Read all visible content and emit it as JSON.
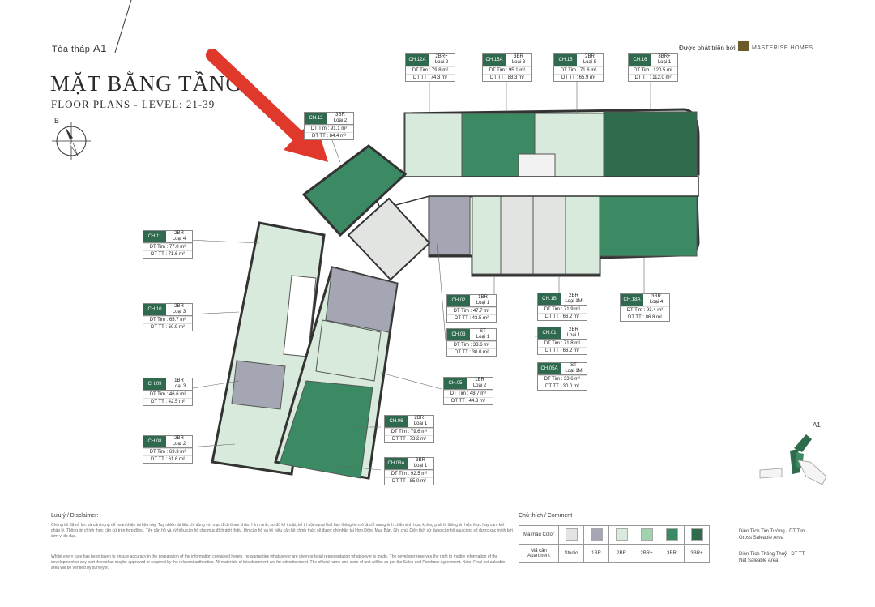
{
  "header": {
    "tower_prefix": "Tòa tháp",
    "tower_code": "A1",
    "title": "MẶT BẰNG TẦNG",
    "subtitle": "FLOOR PLANS - LEVEL: 21-39",
    "compass_label": "B",
    "developer_label": "Được phát triển bởi",
    "developer_name": "MASTERISE HOMES"
  },
  "units": [
    {
      "code": "CH.12A",
      "type": "2BR+",
      "loai": "Loại 2",
      "dt_tim": "DT Tim : 79.8 m²",
      "dt_tt": "DT TT : 74.3 m²"
    },
    {
      "code": "CH.15A",
      "type": "3BR",
      "loai": "Loại 3",
      "dt_tim": "DT Tim : 95.1 m²",
      "dt_tt": "DT TT : 88.3 m²"
    },
    {
      "code": "CH.15",
      "type": "2BR",
      "loai": "Loại 5",
      "dt_tim": "DT Tim : 71.6 m²",
      "dt_tt": "DT TT : 65.9 m²"
    },
    {
      "code": "CH.16",
      "type": "3BR+",
      "loai": "Loại 1",
      "dt_tim": "DT Tim : 120.5 m²",
      "dt_tt": "DT TT : 112.0 m²"
    },
    {
      "code": "CH.12",
      "type": "3BR",
      "loai": "Loại 2",
      "dt_tim": "DT Tim : 91.1 m²",
      "dt_tt": "DT TT : 84.4 m²"
    },
    {
      "code": "CH.11",
      "type": "2BR",
      "loai": "Loại 4",
      "dt_tim": "DT Tim : 77.0 m²",
      "dt_tt": "DT TT : 71.6 m²"
    },
    {
      "code": "CH.10",
      "type": "2BR",
      "loai": "Loại 3",
      "dt_tim": "DT Tim : 65.7 m²",
      "dt_tt": "DT TT : 60.9 m²"
    },
    {
      "code": "CH.09",
      "type": "1BR",
      "loai": "Loại 3",
      "dt_tim": "DT Tim : 46.6 m²",
      "dt_tt": "DT TT : 42.5 m²"
    },
    {
      "code": "CH.08",
      "type": "2BR",
      "loai": "Loại 2",
      "dt_tim": "DT Tim : 69.3 m²",
      "dt_tt": "DT TT : 61.6 m²"
    },
    {
      "code": "CH.02",
      "type": "1BR",
      "loai": "Loại 1",
      "dt_tim": "DT Tim : 47.7 m²",
      "dt_tt": "DT TT : 43.5 m²"
    },
    {
      "code": "CH.03",
      "type": "ST",
      "loai": "Loại 1",
      "dt_tim": "DT Tim : 33.6 m²",
      "dt_tt": "DT TT : 30.0 m²"
    },
    {
      "code": "CH.05",
      "type": "1BR",
      "loai": "Loại 2",
      "dt_tim": "DT Tim : 48.7 m²",
      "dt_tt": "DT TT : 44.3 m²"
    },
    {
      "code": "CH.1B",
      "type": "2BR",
      "loai": "Loại 1M",
      "dt_tim": "DT Tim : 71.9 m²",
      "dt_tt": "DT TT : 66.2 m²"
    },
    {
      "code": "CH.01",
      "type": "2BR",
      "loai": "Loại 1",
      "dt_tim": "DT Tim : 71.8 m²",
      "dt_tt": "DT TT : 66.2 m²"
    },
    {
      "code": "CH.05A",
      "type": "ST",
      "loai": "Loại 1M",
      "dt_tim": "DT Tim : 33.6 m²",
      "dt_tt": "DT TT : 30.0 m²"
    },
    {
      "code": "CH.18A",
      "type": "3BR",
      "loai": "Loại 4",
      "dt_tim": "DT Tim : 93.4 m²",
      "dt_tt": "DT TT : 86.8 m²"
    },
    {
      "code": "CH.06",
      "type": "2BR+",
      "loai": "Loại 1",
      "dt_tim": "DT Tim : 79.6 m²",
      "dt_tt": "DT TT : 73.2 m²"
    },
    {
      "code": "CH.08A",
      "type": "3BR",
      "loai": "Loại 1",
      "dt_tim": "DT Tim : 92.5 m²",
      "dt_tt": "DT TT : 85.0 m²"
    }
  ],
  "keyplan_label": "A1",
  "disclaimer": {
    "title": "Lưu ý / Disclaimer:",
    "vi": "Chúng tôi đã nỗ lực và cẩn trọng để hoàn thiện tài liệu này. Tuy nhiên tài liệu chỉ dùng với mục đích tham khảo. Hình ảnh, sơ đồ kỹ thuật, bố trí nội ngoại thất hay thông tin mô tả chỉ mang tính chất minh họa, không phải là thông tin hiện thực hay cam kết pháp lý. Thông tin chính thức căn cứ trên hợp đồng. Tên căn hộ và ký hiệu căn hộ cho mục đích giới thiệu, tên căn hộ và ký hiệu căn hộ chính thức sẽ được ghi nhận tại Hợp Đồng Mua Bán. Ghi chú: Diện tích sử dụng căn hộ sau cùng sẽ được xác minh bởi đơn vị đo đạc.",
    "en": "Whilst every care has been taken to ensure accuracy in the preparation of the information contained herein, no warranties whatsoever are given or legal representation whatsoever is made. The developer reserves the right to modify information of the development or any part thereof as maybe approved or required by the relevant authorities. All materials of this document are for advertisement. The official name and code of unit will be as per the Sales and Purchase Agreement. Note: Final net saleable area will be verified by surveyor."
  },
  "legend": {
    "title": "Chú thích / Comment",
    "color_label": "Mã màu Color",
    "apt_label": "Mã căn Apartment",
    "items": [
      {
        "name": "Studio",
        "color": "#e2e4e2"
      },
      {
        "name": "1BR",
        "color": "#a4a7b3"
      },
      {
        "name": "2BR",
        "color": "#d7eadb"
      },
      {
        "name": "2BR+",
        "color": "#9ed3ae"
      },
      {
        "name": "3BR",
        "color": "#3b8a63"
      },
      {
        "name": "3BR+",
        "color": "#2e6c4c"
      }
    ],
    "note1_vi": "Diện Tích Tim Tường - DT Tim",
    "note1_en": "Gross Saleable Area",
    "note2_vi": "Diện Tích Thông Thuỷ - DT TT",
    "note2_en": "Net Saleable Area"
  }
}
